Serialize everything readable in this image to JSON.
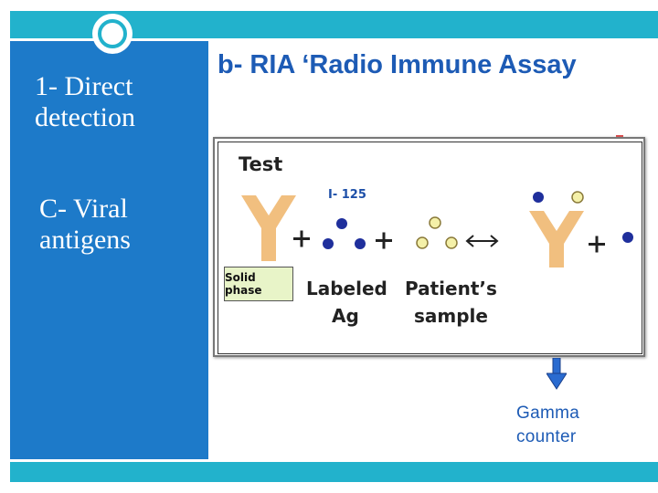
{
  "slide": {
    "left_heading_1": [
      "1- Direct",
      "detection"
    ],
    "left_heading_2": [
      "C- Viral",
      "antigens"
    ],
    "title": "b- RIA ‘Radio Immune Assay",
    "colors": {
      "accent_bar": "#22b2cc",
      "left_panel": "#1d7ac9",
      "title_text": "#1d5bb5"
    }
  },
  "diagram": {
    "test_label": "Test",
    "isotope_label": "I- 125",
    "solid_phase_label": "Solid phase",
    "labeled_ag_label": [
      "Labeled",
      "Ag"
    ],
    "patient_sample_label": [
      "Patient’s",
      "sample"
    ],
    "antibody_color": "#f1bf7f",
    "labeled_dot_color": "#1f2f9c",
    "patient_dot_color": "#f4f0a8"
  },
  "output": {
    "gamma_counter_label": [
      "Gamma",
      "counter"
    ]
  }
}
